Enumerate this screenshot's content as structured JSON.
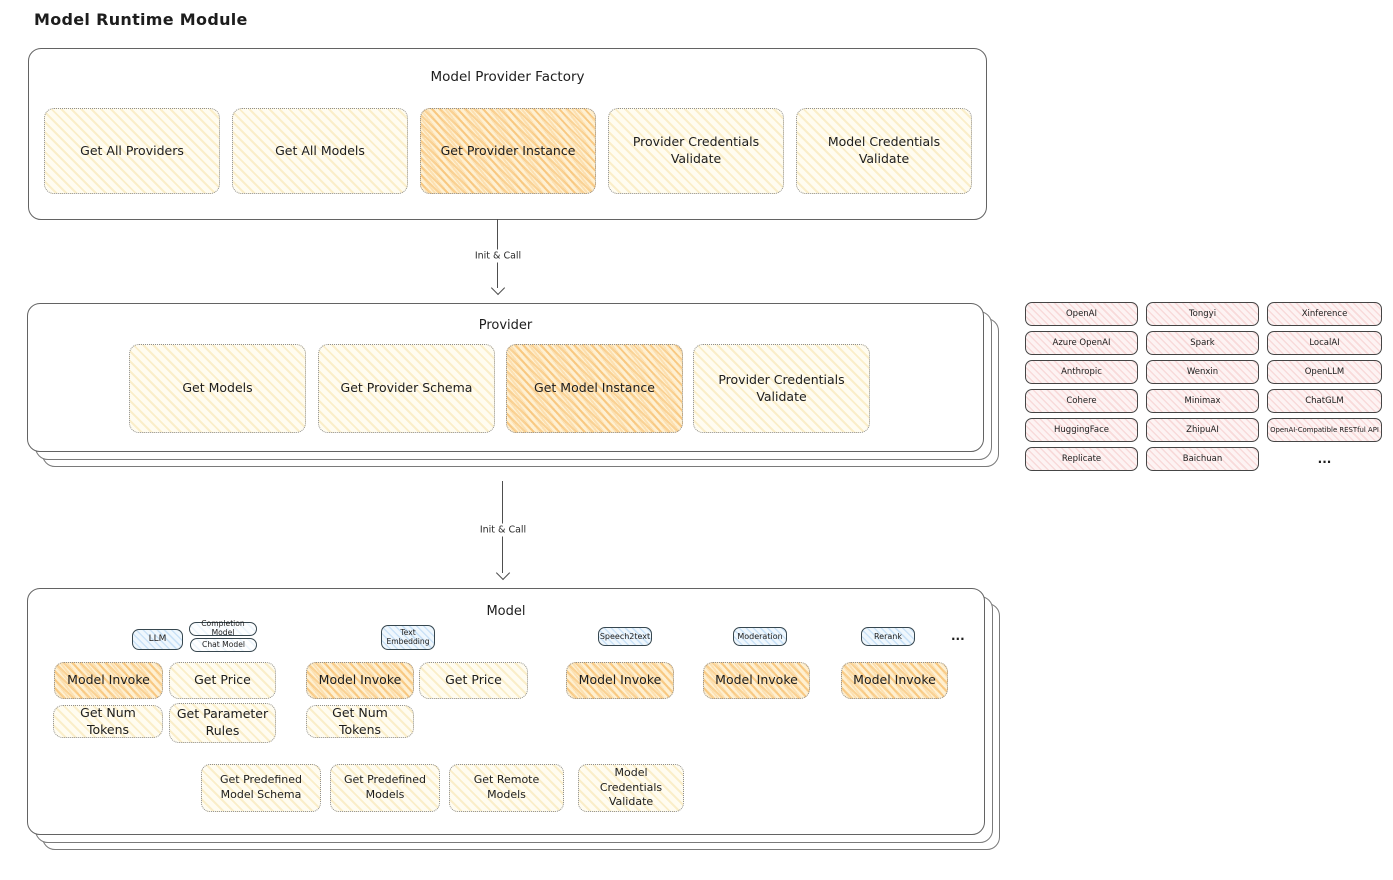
{
  "page": {
    "title": "Model Runtime Module"
  },
  "arrows": {
    "top_label": "Init & Call",
    "bottom_label": "Init & Call"
  },
  "factory": {
    "title": "Model Provider Factory",
    "buttons": [
      {
        "label": "Get All Providers",
        "highlighted": false
      },
      {
        "label": "Get All Models",
        "highlighted": false
      },
      {
        "label": "Get Provider Instance",
        "highlighted": true
      },
      {
        "label": "Provider Credentials Validate",
        "highlighted": false
      },
      {
        "label": "Model Credentials Validate",
        "highlighted": false
      }
    ]
  },
  "provider": {
    "title": "Provider",
    "buttons": [
      {
        "label": "Get Models",
        "highlighted": false
      },
      {
        "label": "Get Provider Schema",
        "highlighted": false
      },
      {
        "label": "Get Model Instance",
        "highlighted": true
      },
      {
        "label": "Provider Credentials Validate",
        "highlighted": false
      }
    ]
  },
  "provider_list": {
    "columns": [
      [
        "OpenAI",
        "Azure OpenAI",
        "Anthropic",
        "Cohere",
        "HuggingFace",
        "Replicate"
      ],
      [
        "Tongyi",
        "Spark",
        "Wenxin",
        "Minimax",
        "ZhipuAI",
        "Baichuan"
      ],
      [
        "Xinference",
        "LocalAI",
        "OpenLLM",
        "ChatGLM",
        "OpenAI-Compatible RESTful API"
      ]
    ],
    "ellipsis": "..."
  },
  "model": {
    "title": "Model",
    "types": {
      "llm": "LLM",
      "completion": "Completion Model",
      "chat": "Chat Model",
      "text_embedding": "Text Embedding",
      "speech2text": "Speech2text",
      "moderation": "Moderation",
      "rerank": "Rerank",
      "more": "..."
    },
    "actions": {
      "model_invoke": "Model Invoke",
      "get_price": "Get Price",
      "get_num_tokens": "Get Num Tokens",
      "get_parameter_rules": "Get Parameter Rules"
    },
    "bottom_buttons": [
      "Get Predefined Model Schema",
      "Get Predefined Models",
      "Get Remote Models",
      "Model Credentials Validate"
    ]
  },
  "colors": {
    "button_yellow": "#fffcf0",
    "button_highlight_orange": "#fef0d2",
    "provider_pink": "#fdf3f3",
    "tag_blue": "#eff7fd",
    "border_dark": "#454545",
    "border_gray": "#636363"
  }
}
